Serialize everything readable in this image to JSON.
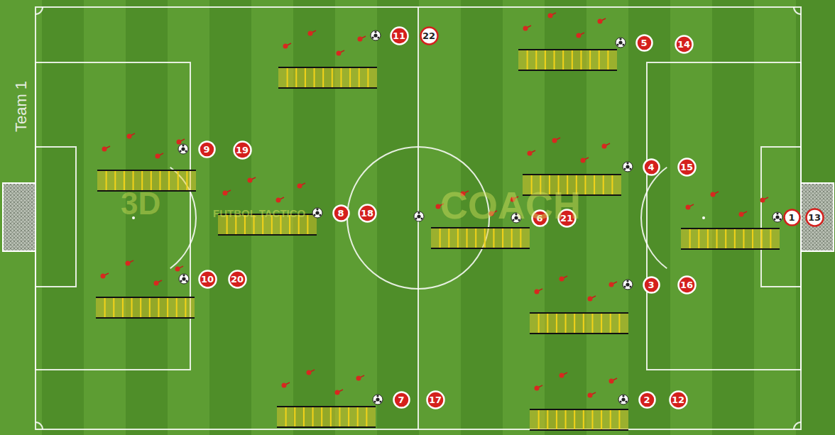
{
  "diagram": {
    "nodes": [
      {
        "text": [
          "11"
        ]
      },
      {
        "text": [
          "22"
        ]
      },
      {
        "text": [
          "5"
        ]
      },
      {
        "text": [
          "14"
        ]
      },
      {
        "text": [
          "9"
        ]
      },
      {
        "text": [
          "19"
        ]
      },
      {
        "text": [
          "4"
        ]
      },
      {
        "text": [
          "15"
        ]
      },
      {
        "text": [
          "8"
        ]
      },
      {
        "text": [
          "18"
        ]
      },
      {
        "text": [
          "6"
        ]
      },
      {
        "text": [
          "21"
        ]
      },
      {
        "text": [
          "1"
        ]
      },
      {
        "text": [
          "13"
        ]
      },
      {
        "text": [
          "10"
        ]
      },
      {
        "text": [
          "20"
        ]
      },
      {
        "text": [
          "3"
        ]
      },
      {
        "text": [
          "16"
        ]
      },
      {
        "text": [
          "7"
        ]
      },
      {
        "text": [
          "17"
        ]
      },
      {
        "text": [
          "2"
        ]
      },
      {
        "text": [
          "12"
        ]
      }
    ],
    "labels": [
      "Team 1",
      "3D",
      "FUTBOL TACTICO",
      "COACH"
    ]
  }
}
